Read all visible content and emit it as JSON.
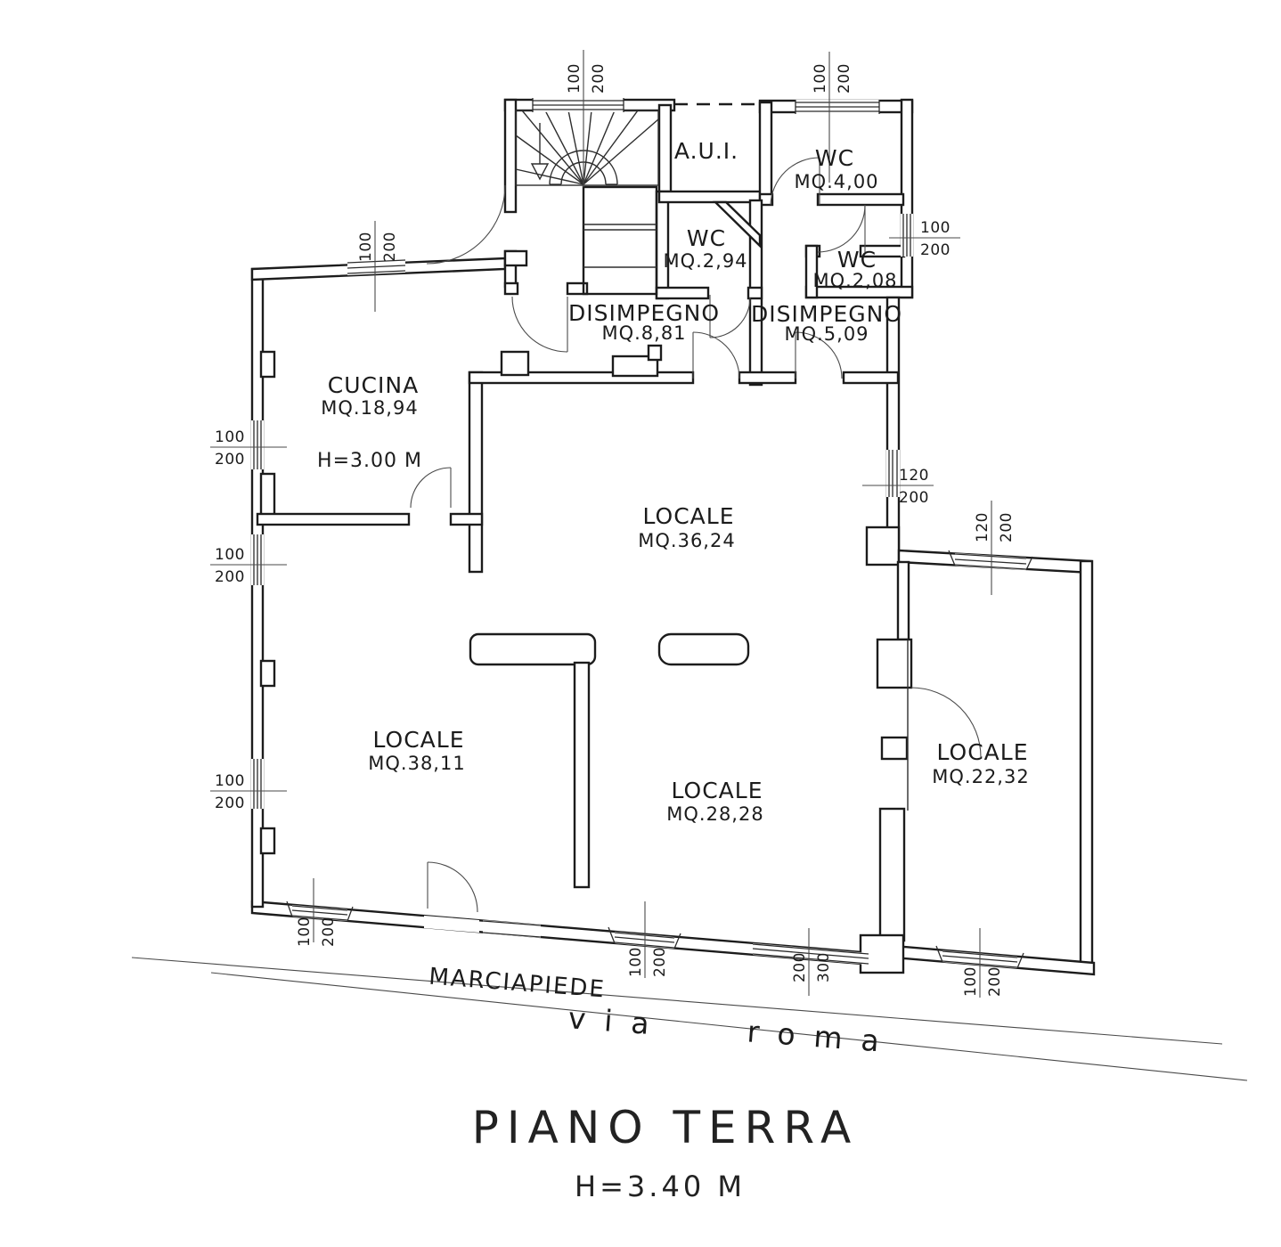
{
  "rooms": {
    "aui": {
      "name": "A.U.I."
    },
    "wc4": {
      "name": "WC",
      "area": "MQ.4,00"
    },
    "wc294": {
      "name": "WC",
      "area": "MQ.2,94"
    },
    "wc208": {
      "name": "WC",
      "area": "MQ.2,08"
    },
    "dis881": {
      "name": "DISIMPEGNO",
      "area": "MQ.8,81"
    },
    "dis509": {
      "name": "DISIMPEGNO",
      "area": "MQ.5,09"
    },
    "cucina": {
      "name": "CUCINA",
      "area": "MQ.18,94",
      "note": "H=3.00 M"
    },
    "loc3624": {
      "name": "LOCALE",
      "area": "MQ.36,24"
    },
    "loc3811": {
      "name": "LOCALE",
      "area": "MQ.38,11"
    },
    "loc2828": {
      "name": "LOCALE",
      "area": "MQ.28,28"
    },
    "loc2232": {
      "name": "LOCALE",
      "area": "MQ.22,32"
    }
  },
  "dims": [
    {
      "num": "100",
      "den": "200"
    },
    {
      "num": "100",
      "den": "200"
    },
    {
      "num": "100",
      "den": "200"
    },
    {
      "num": "100",
      "den": "200"
    },
    {
      "num": "100",
      "den": "200"
    },
    {
      "num": "100",
      "den": "200"
    },
    {
      "num": "120",
      "den": "200"
    },
    {
      "num": "120",
      "den": "200"
    },
    {
      "num": "100",
      "den": "200"
    },
    {
      "num": "100",
      "den": "200"
    },
    {
      "num": "100",
      "den": "200"
    },
    {
      "num": "200",
      "den": "300"
    },
    {
      "num": "100",
      "den": "200"
    }
  ],
  "street": {
    "sidewalk": "MARCIAPIEDE",
    "name": "via roma"
  },
  "title": {
    "main": "PIANO TERRA",
    "height": "H=3.40 M"
  }
}
